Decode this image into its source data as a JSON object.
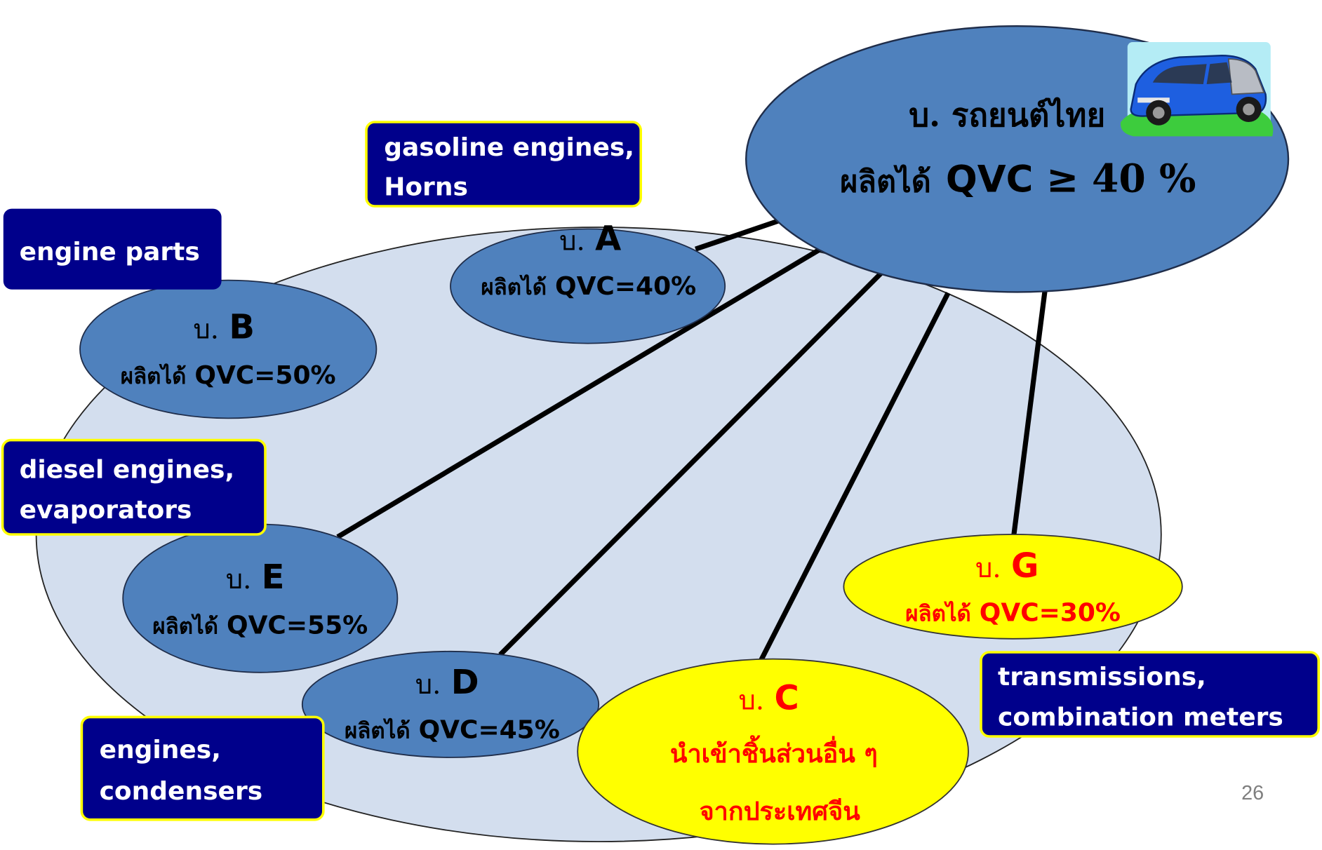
{
  "main_node": {
    "line1": "บ. รถยนต์ไทย",
    "line2_prefix": "ผลิตได้",
    "line2_value": "QVC",
    "ge_symbol": "≥",
    "line2_percent": "40 %"
  },
  "companies": {
    "A": {
      "prefix": "บ.",
      "letter": "A",
      "qvc_prefix": "ผลิตได้",
      "qvc_value": "QVC=40%"
    },
    "B": {
      "prefix": "บ.",
      "letter": "B",
      "qvc_prefix": "ผลิตได้",
      "qvc_value": "QVC=50%"
    },
    "E": {
      "prefix": "บ.",
      "letter": "E",
      "qvc_prefix": "ผลิตได้",
      "qvc_value": "QVC=55%"
    },
    "D": {
      "prefix": "บ.",
      "letter": "D",
      "qvc_prefix": "ผลิตได้",
      "qvc_value": "QVC=45%"
    },
    "G": {
      "prefix": "บ.",
      "letter": "G",
      "qvc_prefix": "ผลิตได้",
      "qvc_value": "QVC=30%"
    },
    "C": {
      "prefix": "บ.",
      "letter": "C",
      "line2": "นำเข้าชิ้นส่วนอื่น ๆ",
      "line3": "จากประเทศจีน"
    }
  },
  "labels": {
    "gasoline": [
      "gasoline engines,",
      "Horns"
    ],
    "engine_parts": [
      "engine parts"
    ],
    "diesel": [
      "diesel engines,",
      "evaporators"
    ],
    "engines": [
      "engines,",
      "condensers"
    ],
    "transmissions": [
      "transmissions,",
      "combination meters"
    ]
  },
  "page_number": "26",
  "colors": {
    "node_fill": "#4F81BD",
    "cluster_fill": "#D3DEEE",
    "label_fill": "#00008B",
    "label_border_yellow": "#FFFF00",
    "highlight_fill": "#FFFF00",
    "highlight_text": "#FF0000",
    "page_number": "#7F7F7F"
  },
  "icons": {
    "car": "car-icon"
  }
}
